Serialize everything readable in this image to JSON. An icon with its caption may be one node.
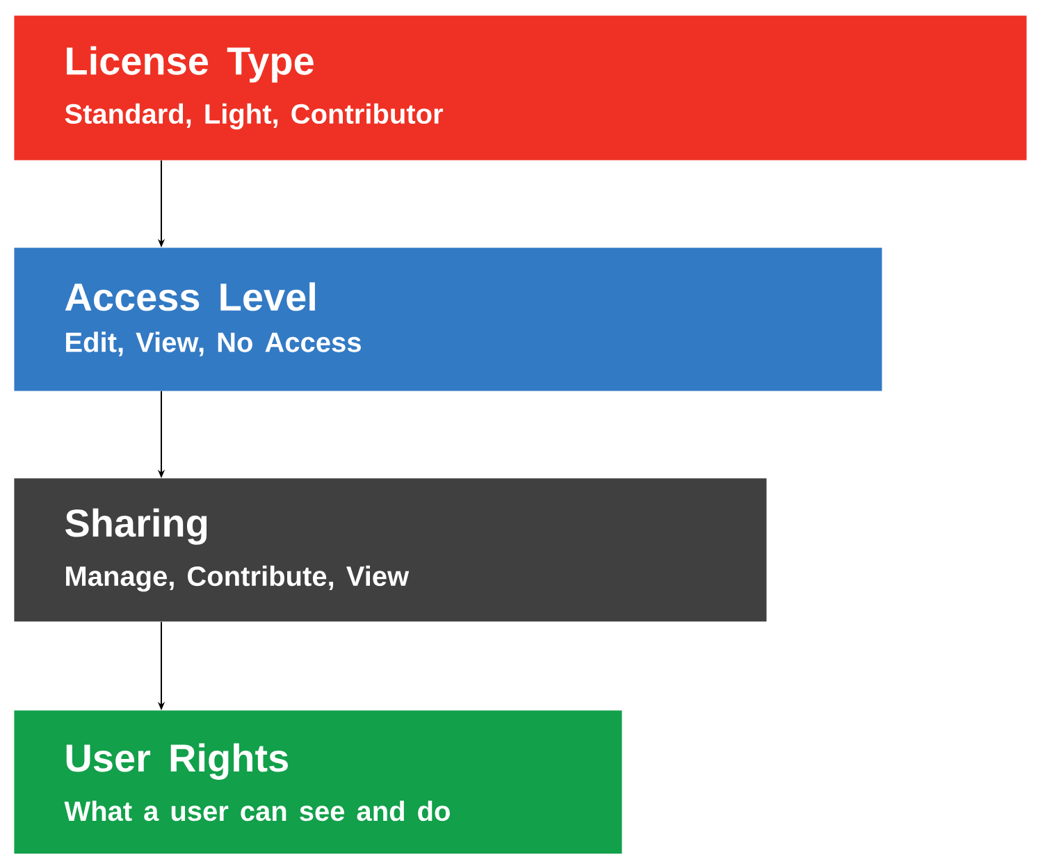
{
  "diagram": {
    "nodes": [
      {
        "text": [
          "License Type",
          "Standard, Light, Contributor"
        ]
      },
      {
        "text": [
          "Access Level",
          "Edit, View, No Access"
        ]
      },
      {
        "text": [
          "Sharing",
          "Manage, Contribute, View"
        ]
      },
      {
        "text": [
          "User Rights",
          "What a user can see and do"
        ]
      }
    ],
    "edges": [
      {
        "from": 0,
        "to": 1,
        "arrow": "to"
      },
      {
        "from": 1,
        "to": 2,
        "arrow": "to"
      },
      {
        "from": 2,
        "to": 3,
        "arrow": "to"
      }
    ]
  }
}
